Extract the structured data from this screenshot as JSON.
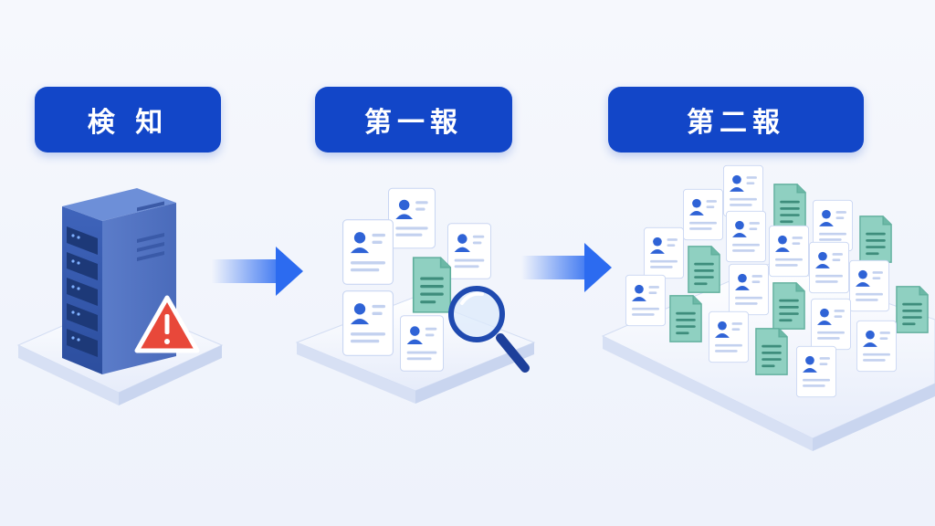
{
  "stages": [
    {
      "label": "検 知"
    },
    {
      "label": "第一報"
    },
    {
      "label": "第二報"
    }
  ],
  "colors": {
    "label_bg": "#1246c8",
    "server_body": "#3d63b8",
    "alert": "#e8483a",
    "card_blue": "#2f63d6",
    "doc_teal": "#7fc3b5",
    "arrow": "#2c6bf0"
  },
  "icons": [
    "server-icon",
    "warning-icon",
    "profile-card-icon",
    "document-icon",
    "magnifier-icon",
    "arrow-right-icon"
  ]
}
